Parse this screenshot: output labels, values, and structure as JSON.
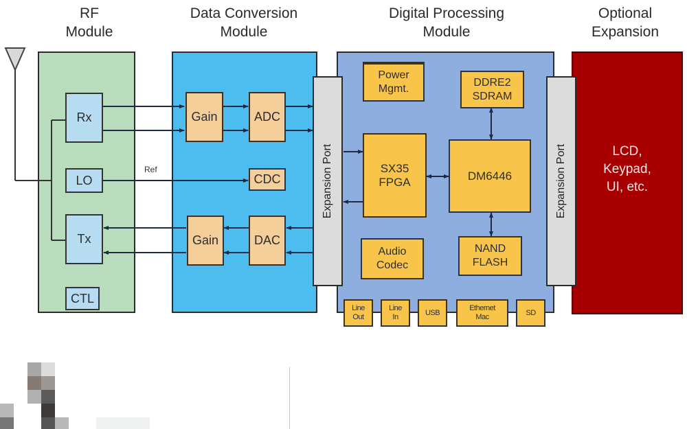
{
  "titles": {
    "rf": [
      "RF",
      "Module"
    ],
    "data_conversion": [
      "Data Conversion",
      "Module"
    ],
    "digital_processing": [
      "Digital Processing",
      "Module"
    ],
    "optional": [
      "Optional",
      "Expansion"
    ]
  },
  "rf_module": {
    "blocks": {
      "rx": "Rx",
      "lo": "LO",
      "tx": "Tx",
      "ctl": "CTL"
    },
    "ref_label": "Ref",
    "color": "#b8dcbc"
  },
  "data_conversion_module": {
    "blocks": {
      "gain_rx": "Gain",
      "adc": "ADC",
      "cdc": "CDC",
      "gain_tx": "Gain",
      "dac": "DAC"
    },
    "color": "#4dbcee"
  },
  "expansion_port_label": "Expansion Port",
  "digital_processing_module": {
    "blocks": {
      "power": [
        "Power",
        "Mgmt."
      ],
      "ddr": [
        "DDRE2",
        "SDRAM"
      ],
      "fpga": [
        "SX35",
        "FPGA"
      ],
      "dsp": "DM6446",
      "audio": [
        "Audio",
        "Codec"
      ],
      "nand": [
        "NAND",
        "FLASH"
      ]
    },
    "ports": {
      "line_out": [
        "Line",
        "Out"
      ],
      "line_in": [
        "Line",
        "In"
      ],
      "usb": "USB",
      "ethernet": [
        "Ethernet",
        "Mac"
      ],
      "sd": "SD"
    },
    "color": "#8eaee0"
  },
  "optional_expansion": {
    "text": [
      "LCD,",
      "Keypad,",
      "UI, etc."
    ],
    "color": "#a80000"
  }
}
